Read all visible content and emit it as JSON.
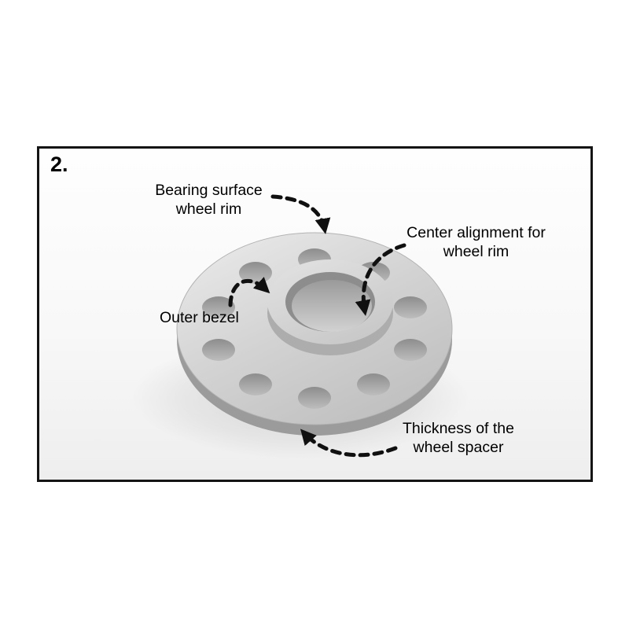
{
  "diagram": {
    "step_number": "2.",
    "labels": {
      "bearing_surface": "Bearing surface\nwheel rim",
      "center_alignment": "Center alignment for\nwheel rim",
      "outer_bezel": "Outer bezel",
      "thickness": "Thickness of the\nwheel spacer"
    },
    "colors": {
      "frame_border": "#141414",
      "text": "#000000",
      "arrow": "#101010",
      "disc_light": "#ececec",
      "disc_dark": "#c0c0c0",
      "disc_side": "#9b9b9b",
      "hole_dark": "#8d8d8d",
      "bore_dark": "#8d8d8d"
    }
  }
}
